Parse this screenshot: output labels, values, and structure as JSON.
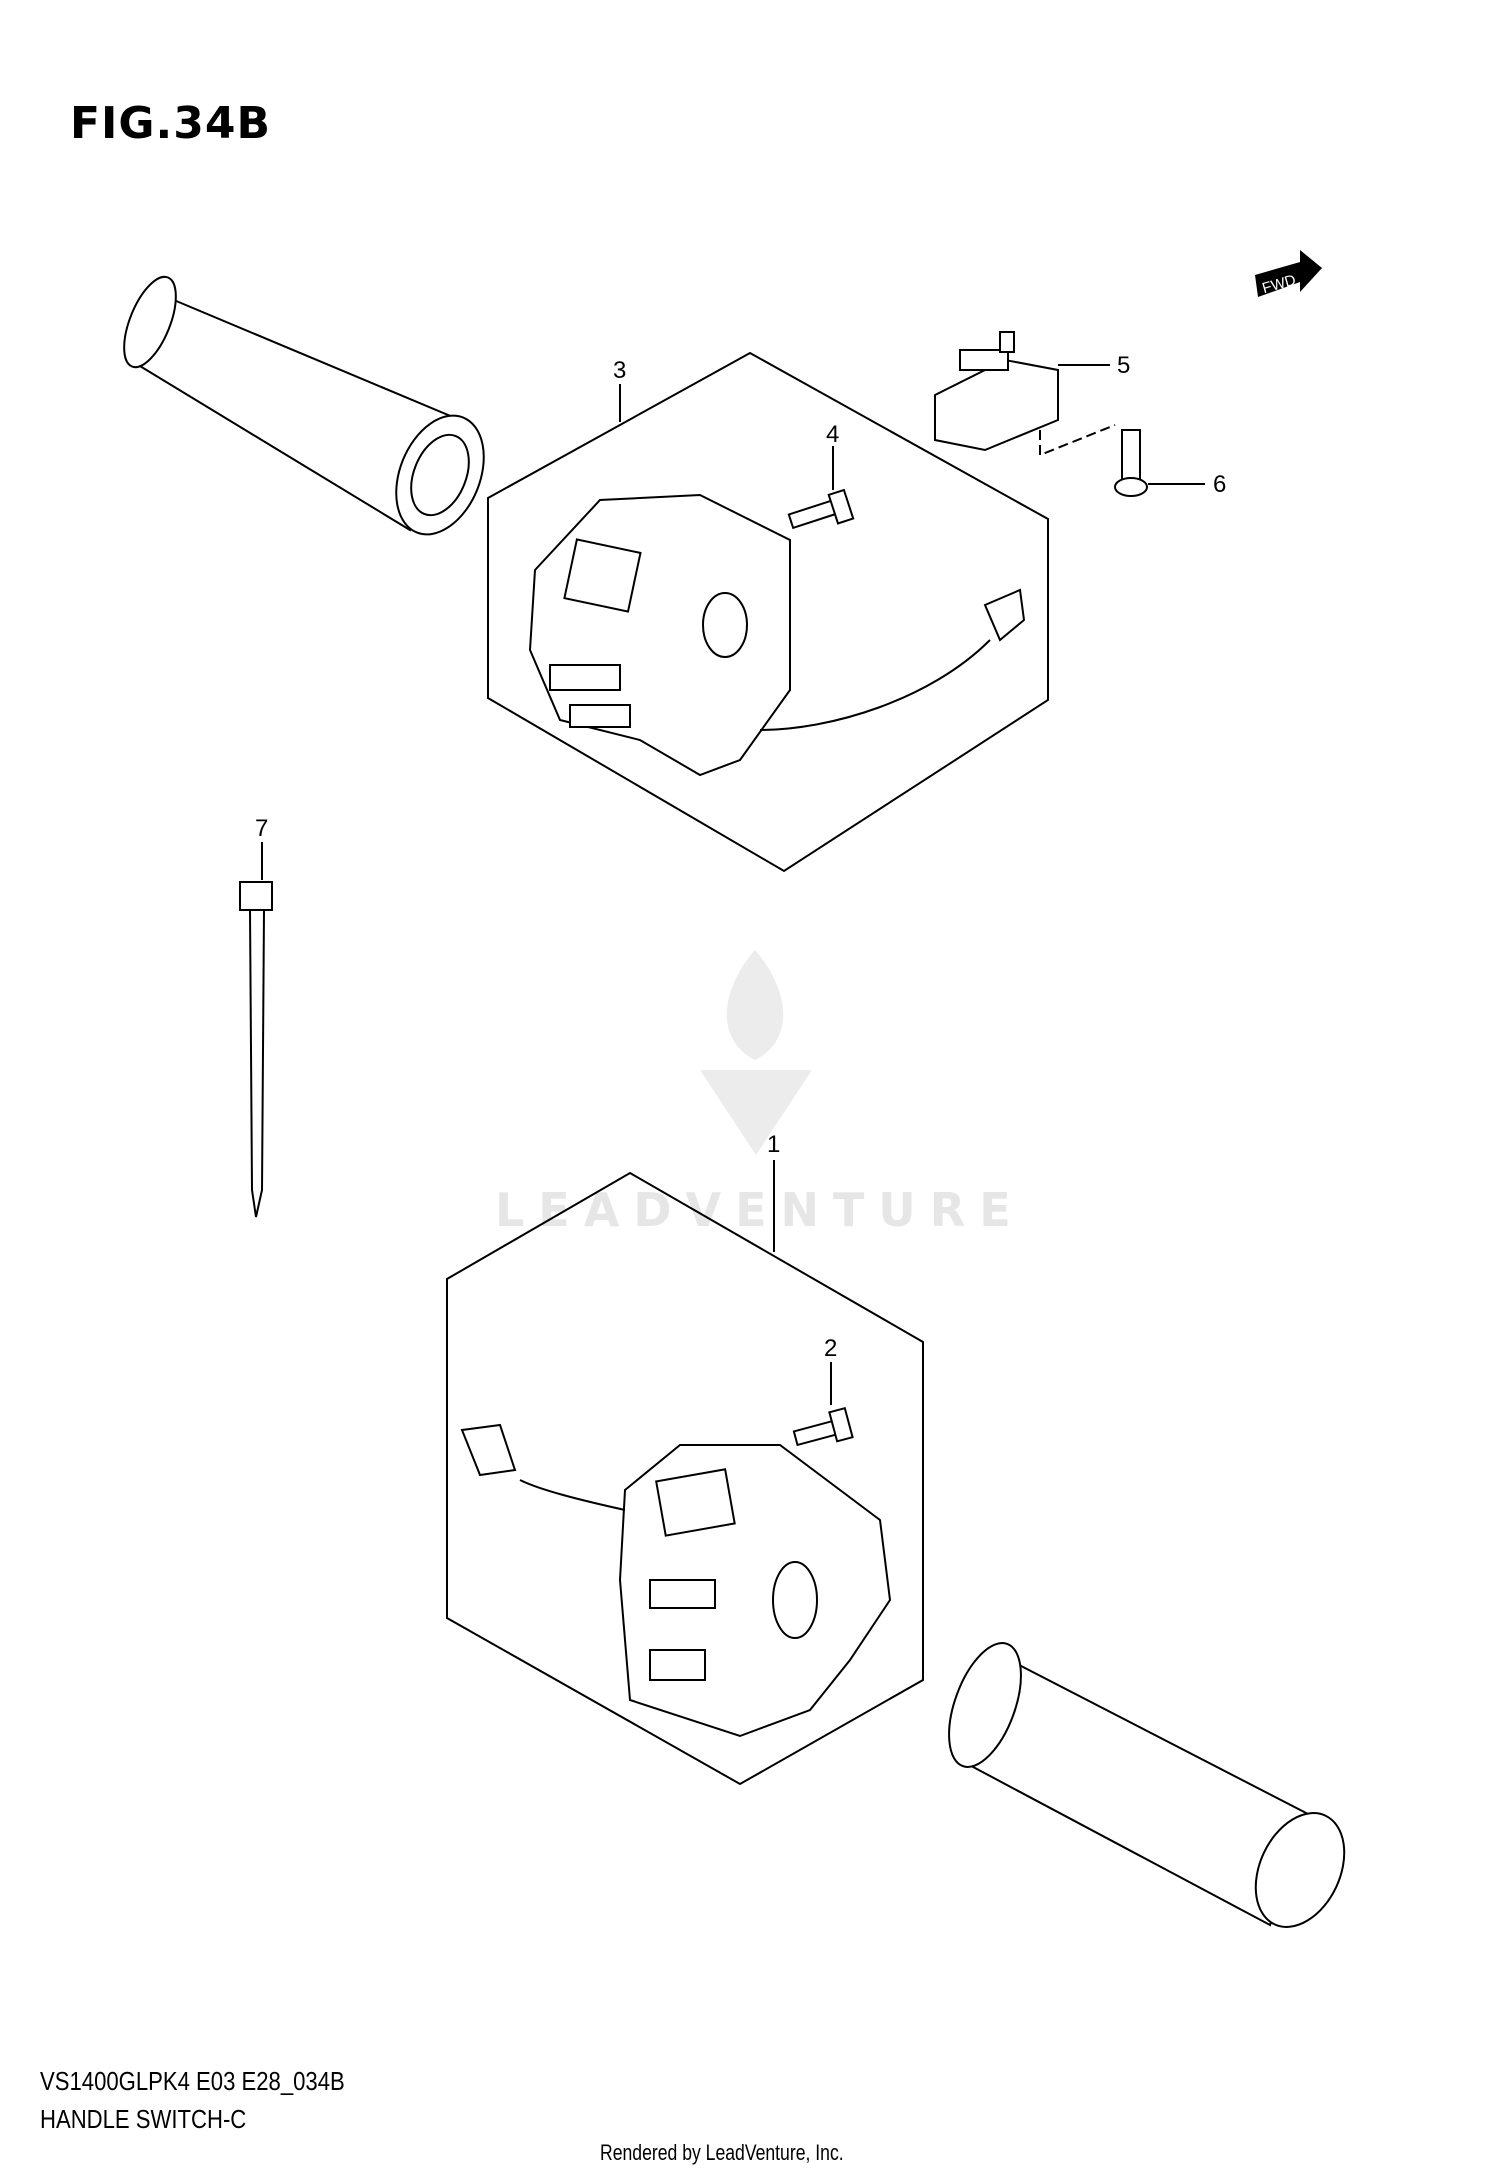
{
  "figure": {
    "title": "FIG.34B",
    "direction_marker": "FWD"
  },
  "callouts": [
    "1",
    "2",
    "3",
    "4",
    "5",
    "6",
    "7"
  ],
  "watermark": {
    "text": "LEADVENTURE"
  },
  "footer": {
    "model_code": "VS1400GLPK4 E03 E28_034B",
    "section_name": "HANDLE SWITCH-C",
    "rendered_by": "Rendered by LeadVenture, Inc."
  }
}
